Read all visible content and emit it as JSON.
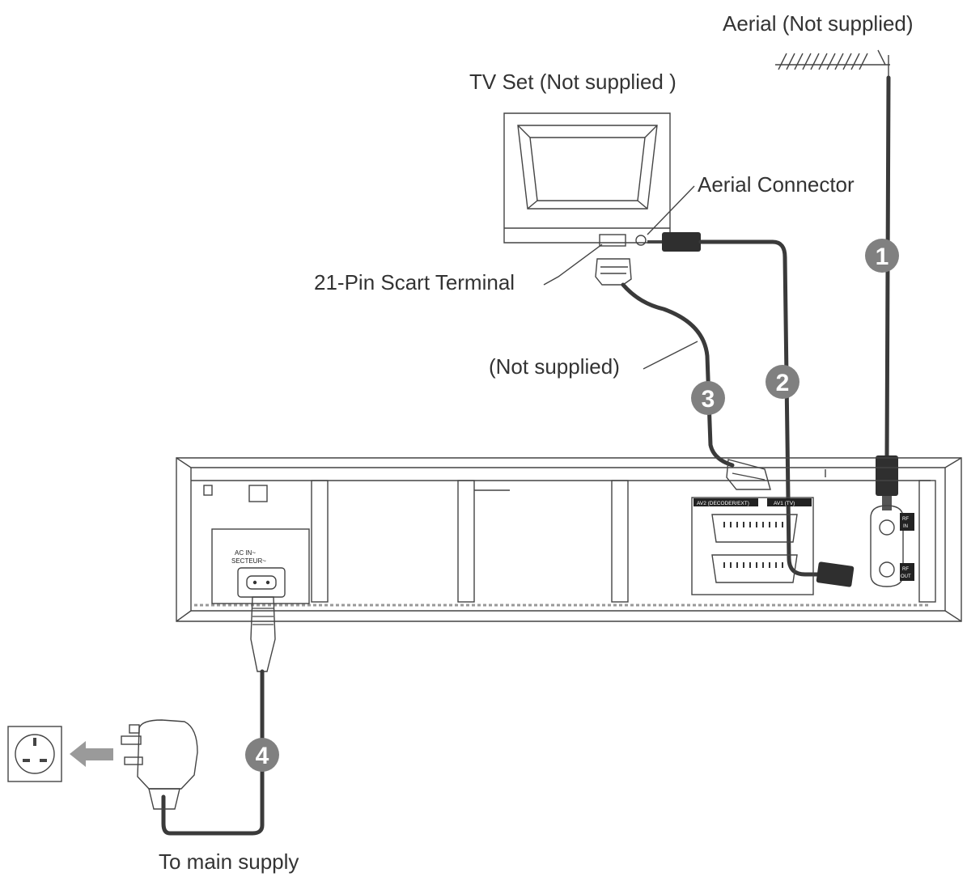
{
  "labels": {
    "aerial": "Aerial (Not supplied)",
    "tv_set": "TV Set (Not supplied )",
    "aerial_connector": "Aerial Connector",
    "scart_terminal": "21-Pin Scart Terminal",
    "not_supplied": "(Not supplied)",
    "main_supply": "To main supply"
  },
  "panel": {
    "ac_in": "AC IN~",
    "secteur": "SECTEUR~",
    "av2": "AV2 (DECODER/EXT)",
    "av1": "AV1 (TV)",
    "rf_in_1": "RF",
    "rf_in_2": "IN",
    "rf_out_1": "RF",
    "rf_out_2": "OUT"
  },
  "steps": [
    "1",
    "2",
    "3",
    "4"
  ],
  "colors": {
    "cable": "#3a3a3a",
    "badge": "#808080",
    "line": "#444444"
  }
}
